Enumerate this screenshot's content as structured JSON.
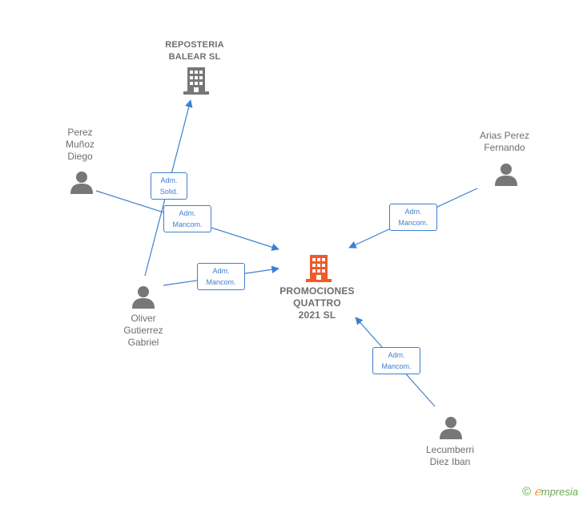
{
  "nodes": {
    "reposteria": {
      "label_line1": "REPOSTERIA",
      "label_line2": "BALEAR  SL"
    },
    "perez": {
      "line1": "Perez",
      "line2": "Muñoz",
      "line3": "Diego"
    },
    "arias": {
      "line1": "Arias Perez",
      "line2": "Fernando"
    },
    "oliver": {
      "line1": "Oliver",
      "line2": "Gutierrez",
      "line3": "Gabriel"
    },
    "central": {
      "line1": "PROMOCIONES",
      "line2": "QUATTRO",
      "line3": "2021  SL"
    },
    "lecumberri": {
      "line1": "Lecumberri",
      "line2": "Diez Iban"
    }
  },
  "edges": {
    "oliver_reposteria": {
      "line1": "Adm.",
      "line2": "Solid."
    },
    "perez_central": {
      "line1": "Adm.",
      "line2": "Mancom."
    },
    "oliver_central": {
      "line1": "Adm.",
      "line2": "Mancom."
    },
    "arias_central": {
      "line1": "Adm.",
      "line2": "Mancom."
    },
    "lecumberri_central": {
      "line1": "Adm.",
      "line2": "Mancom."
    }
  },
  "footer": {
    "copyright_symbol": "©",
    "brand_e": "ℯ",
    "brand_rest": "mpresia"
  },
  "colors": {
    "edge": "#3f7fcf",
    "person": "#777777",
    "company": "#777777",
    "central": "#f05a28"
  }
}
